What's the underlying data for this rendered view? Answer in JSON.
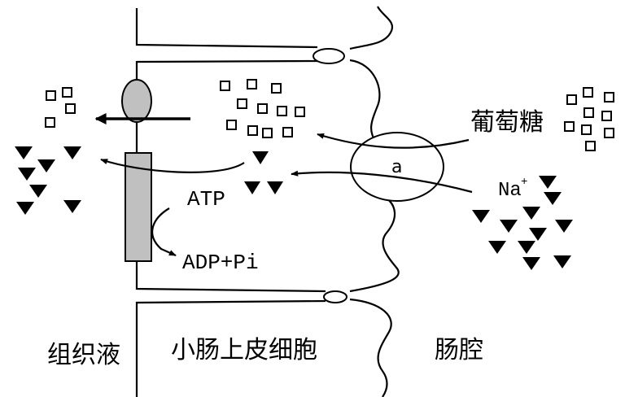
{
  "labels": {
    "tissue_fluid": "组织液",
    "epithelial_cell": "小肠上皮细胞",
    "intestinal_lumen": "肠腔",
    "glucose": "葡萄糖",
    "sodium": "Na",
    "sodium_charge": "+",
    "carrier": "a",
    "atp": "ATP",
    "adp": "ADP+Pi"
  },
  "colors": {
    "stroke": "#000000",
    "pump": "#c0c0c0",
    "background": "#ffffff"
  },
  "icons": {
    "glucose_molecule": "open-square",
    "sodium_ion": "filled-down-triangle"
  }
}
